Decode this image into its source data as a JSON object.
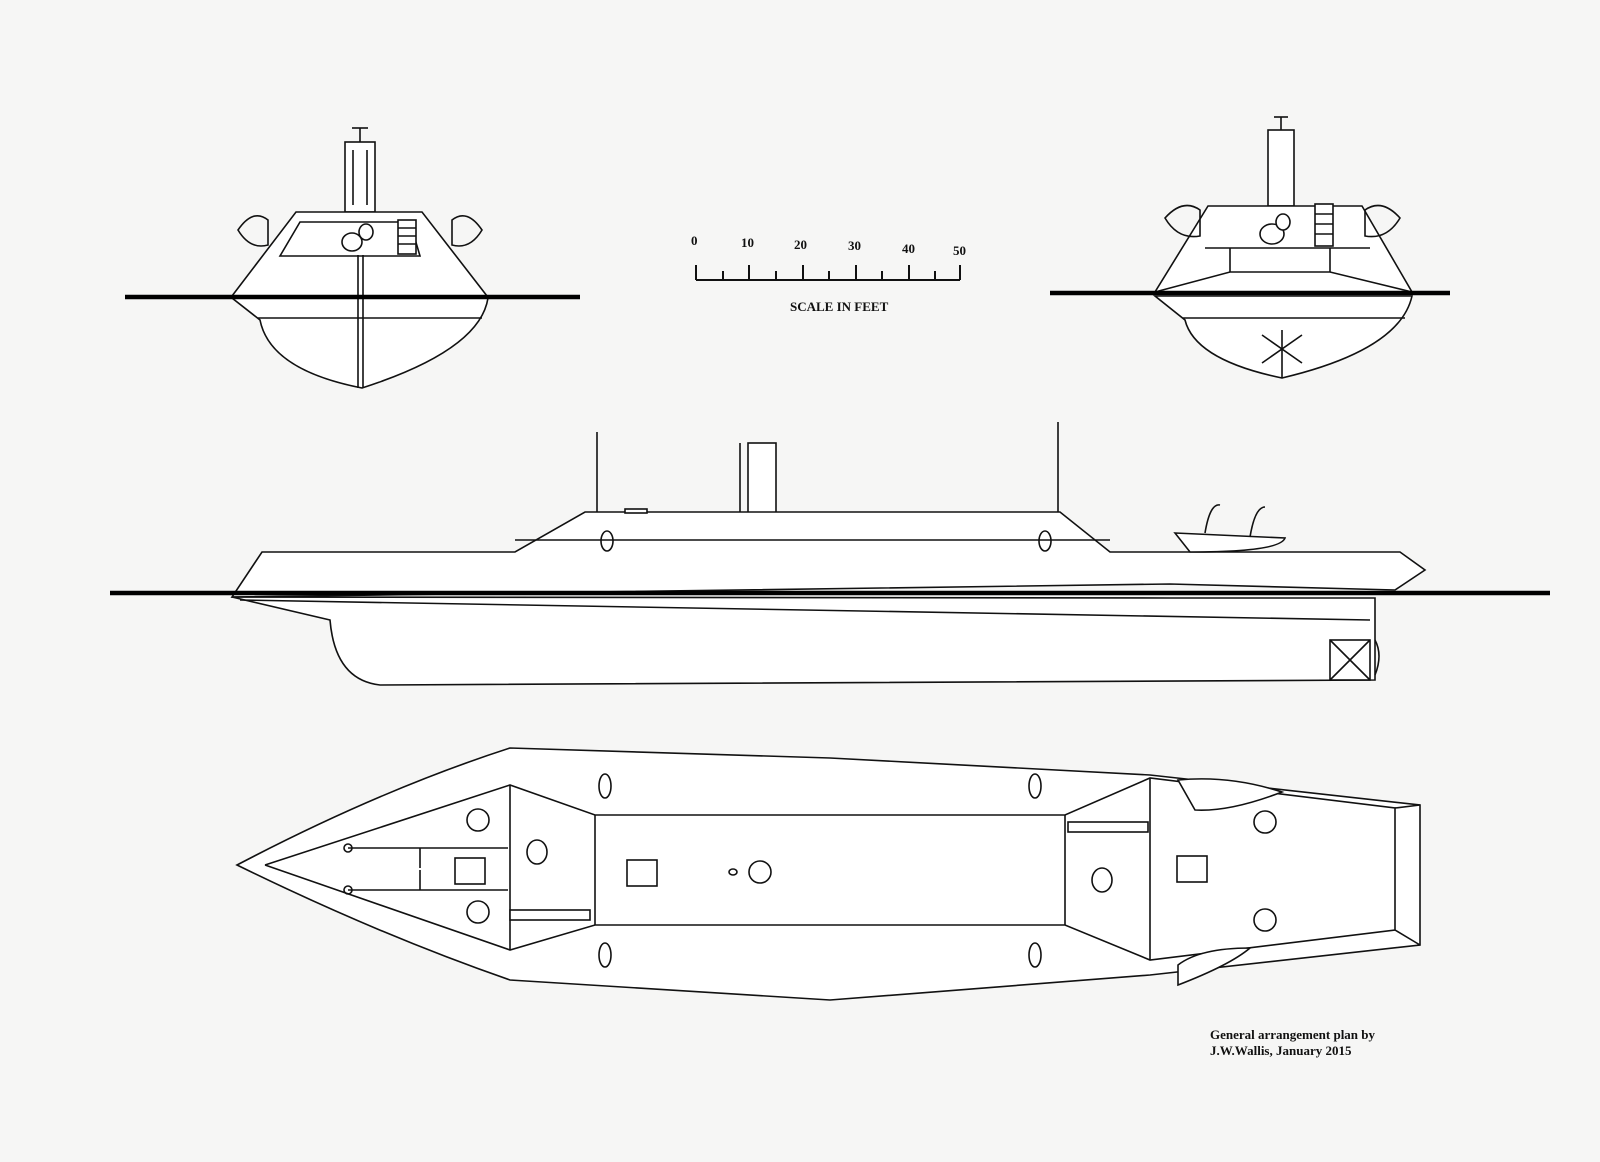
{
  "scale": {
    "ticks": [
      "0",
      "10",
      "20",
      "30",
      "40",
      "50"
    ],
    "label": "SCALE IN FEET"
  },
  "caption": {
    "line1": "General arrangement plan by",
    "line2": "J.W.Wallis, January 2015"
  }
}
